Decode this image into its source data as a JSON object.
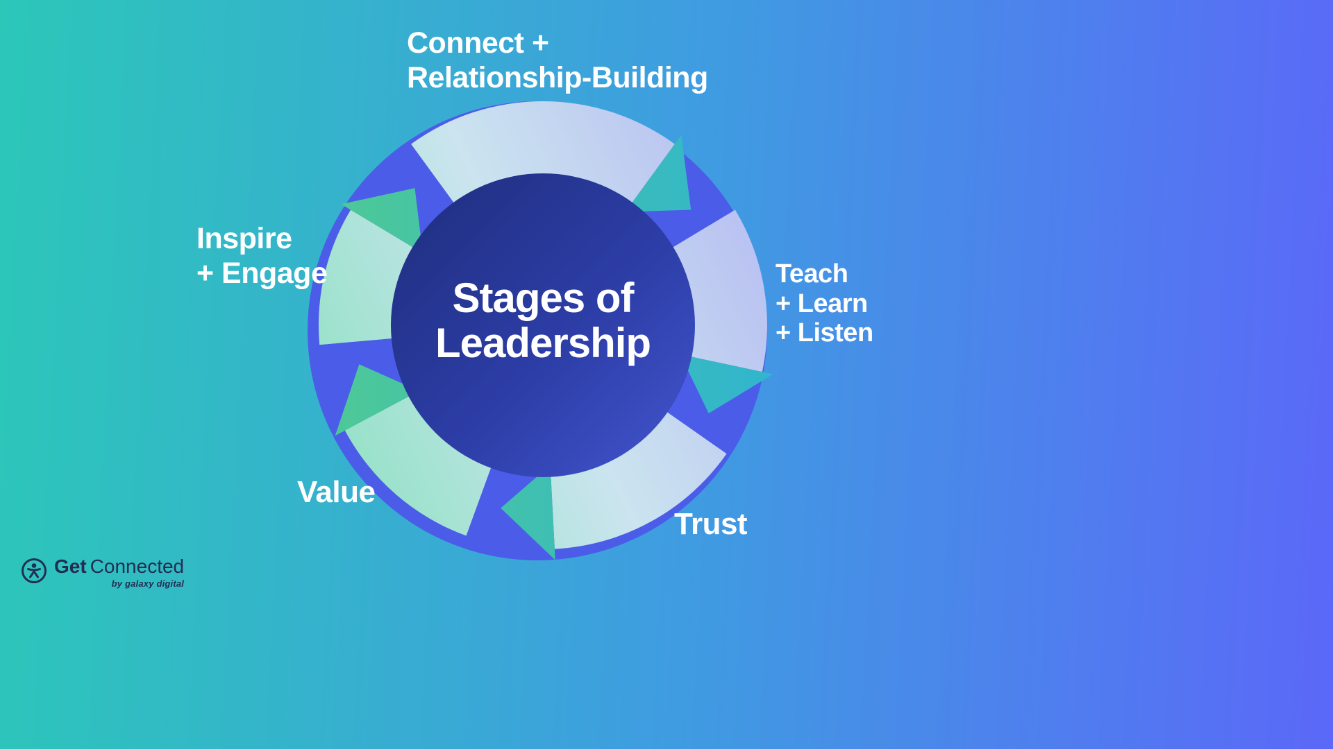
{
  "diagram": {
    "type": "cycle",
    "direction": "clockwise",
    "center_label": "Stages of Leadership",
    "stages": [
      "Connect + Relationship-Building",
      "Teach + Learn + Listen",
      "Trust",
      "Value",
      "Inspire + Engage"
    ]
  },
  "center": {
    "line1": "Stages of",
    "line2": "Leadership"
  },
  "labels": {
    "connect": {
      "line1": "Connect +",
      "line2": "Relationship-Building"
    },
    "teach": {
      "line1": "Teach",
      "line2": "+ Learn",
      "line3": "+ Listen"
    },
    "trust": {
      "text": "Trust"
    },
    "value": {
      "text": "Value"
    },
    "inspire": {
      "line1": "Inspire",
      "line2": "+ Engage"
    }
  },
  "logo": {
    "brand_bold": "Get",
    "brand_light": "Connected",
    "tagline": "by galaxy digital"
  },
  "icons": {
    "logo_mark": "person-in-circle-icon",
    "arrows": "cycle-arrow-icon"
  },
  "colors": {
    "background_left": "#2cc7b9",
    "background_mid": "#3f9ce1",
    "background_right": "#5b68f8",
    "ring_mint": "#8fe2c2",
    "ring_pale": "#cbe4ef",
    "ring_lavender": "#b7bdf2",
    "ring_shadow": "#4b5ce8",
    "arrow_green": "#4fca93",
    "arrow_teal": "#30b5cf",
    "core_navy": "#1f2e7d",
    "core_blue": "#4356cf",
    "text_white": "#ffffff",
    "logo_navy": "#232d52"
  }
}
